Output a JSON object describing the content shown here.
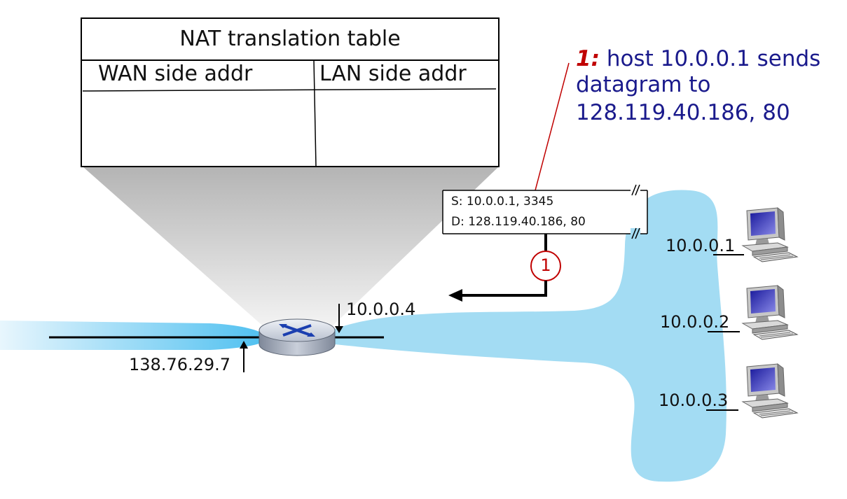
{
  "nat_table": {
    "title": "NAT translation table",
    "columns": [
      "WAN side addr",
      "LAN side addr"
    ],
    "rows": []
  },
  "annotation": {
    "step": "1:",
    "line1_rest": " host 10.0.0.1 sends",
    "line2": "datagram to",
    "line3": "128.119.40.186, 80"
  },
  "datagram": {
    "source": "S: 10.0.0.1, 3345",
    "dest": "D: 128.119.40.186, 80"
  },
  "step_marker": "1",
  "router": {
    "lan_ip": "10.0.0.4",
    "wan_ip": "138.76.29.7"
  },
  "hosts": [
    {
      "ip": "10.0.0.1"
    },
    {
      "ip": "10.0.0.2"
    },
    {
      "ip": "10.0.0.3"
    }
  ],
  "colors": {
    "network_blue": "#a3dcf3",
    "annotation_blue": "#1a1a8c",
    "step_red": "#c00000"
  }
}
